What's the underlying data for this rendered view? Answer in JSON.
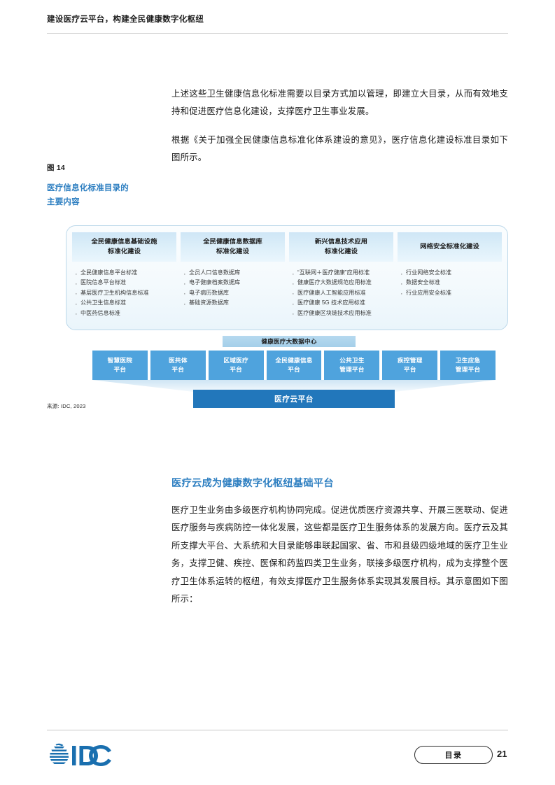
{
  "header": {
    "title": "建设医疗云平台，构建全民健康数字化枢纽"
  },
  "body": {
    "paragraph_1": "上述这些卫生健康信息化标准需要以目录方式加以管理，即建立大目录，从而有效地支持和促进医疗信息化建设，支撑医疗卫生事业发展。",
    "paragraph_2": "根据《关于加强全民健康信息标准化体系建设的意见》，医疗信息化建设标准目录如下图所示。"
  },
  "figure": {
    "number": "图 14",
    "title_line1": "医疗信息化标准目录的",
    "title_line2": "主要内容",
    "source": "来源: IDC, 2023",
    "columns": [
      {
        "heading": "全民健康信息基础设施\n标准化建设",
        "items": [
          "全民健康信息平台标准",
          "医院信息平台标准",
          "基层医疗卫生机构信息标准",
          "公共卫生信息标准",
          "中医药信息标准"
        ]
      },
      {
        "heading": "全民健康信息数据库\n标准化建设",
        "items": [
          "全员人口信息数据库",
          "电子健康档案数据库",
          "电子病历数据库",
          "基础资源数据库"
        ]
      },
      {
        "heading": "新兴信息技术应用\n标准化建设",
        "items": [
          "“互联网＋医疗健康”应用标准",
          "健康医疗大数据规范应用标准",
          "医疗健康人工智能应用标准",
          "医疗健康 5G 技术应用标准",
          "医疗健康区块链技术应用标准"
        ]
      },
      {
        "heading": "网络安全标准化建设",
        "items": [
          "行业网络安全标准",
          "数据安全标准",
          "行业应用安全标准"
        ]
      }
    ],
    "bigdata_center": "健康医疗大数据中心",
    "platforms": [
      "智慧医院\n平台",
      "医共体\n平台",
      "区域医疗\n平台",
      "全民健康信息\n平台",
      "公共卫生\n管理平台",
      "疾控管理\n平台",
      "卫生应急\n管理平台"
    ],
    "cloud_platform": "医疗云平台"
  },
  "section": {
    "heading": "医疗云成为健康数字化枢纽基础平台",
    "paragraph": "医疗卫生业务由多级医疗机构协同完成。促进优质医疗资源共享、开展三医联动、促进医疗服务与疾病防控一体化发展，这些都是医疗卫生服务体系的发展方向。医疗云及其所支撑大平台、大系统和大目录能够串联起国家、省、市和县级四级地域的医疗卫生业务，支撑卫健、疾控、医保和药监四类卫生业务，联接多级医疗机构，成为支撑整个医疗卫生体系运转的枢纽，有效支撑医疗卫生服务体系实现其发展目标。其示意图如下图所示："
  },
  "footer": {
    "logo_text": "IDC",
    "toc_label": "目录",
    "page_number": "21"
  },
  "colors": {
    "accent_blue": "#2e7fc1",
    "platform_blue": "#4fa3dd",
    "cloud_blue": "#2277bb",
    "bigdata_blue": "#a4cfe8",
    "panel_border": "#bcd8ea"
  }
}
